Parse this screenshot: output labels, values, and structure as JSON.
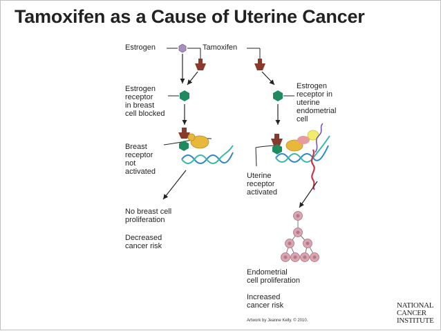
{
  "title": "Tamoxifen as a Cause of Uterine Cancer",
  "labels": {
    "estrogen": "Estrogen",
    "tamoxifen": "Tamoxifen",
    "breast_receptor_blocked": "Estrogen\nreceptor\nin breast\ncell blocked",
    "uterine_receptor": "Estrogen\nreceptor in\nuterine\nendometrial\ncell",
    "breast_not_activated": "Breast\nreceptor\nnot\nactivated",
    "uterine_activated": "Uterine\nreceptor\nactivated",
    "no_proliferation": "No breast cell\nproliferation",
    "decreased_risk": "Decreased\ncancer risk",
    "endometrial_proliferation": "Endometrial\ncell proliferation",
    "increased_risk": "Increased\ncancer risk"
  },
  "credit": "Artwork by Jeanne Kelly. © 2010.",
  "logo": {
    "line1": "NATIONAL",
    "line2": "CANCER",
    "line3": "INSTITUTE"
  },
  "colors": {
    "estrogen_molecule": "#a98fc0",
    "tamoxifen_molecule": "#8a3a2c",
    "receptor": "#1f8a5e",
    "coactivator": "#e8b83a",
    "dna_blue": "#2c86c8",
    "dna_teal": "#39b7a6",
    "cell": "#d9a5b0"
  }
}
